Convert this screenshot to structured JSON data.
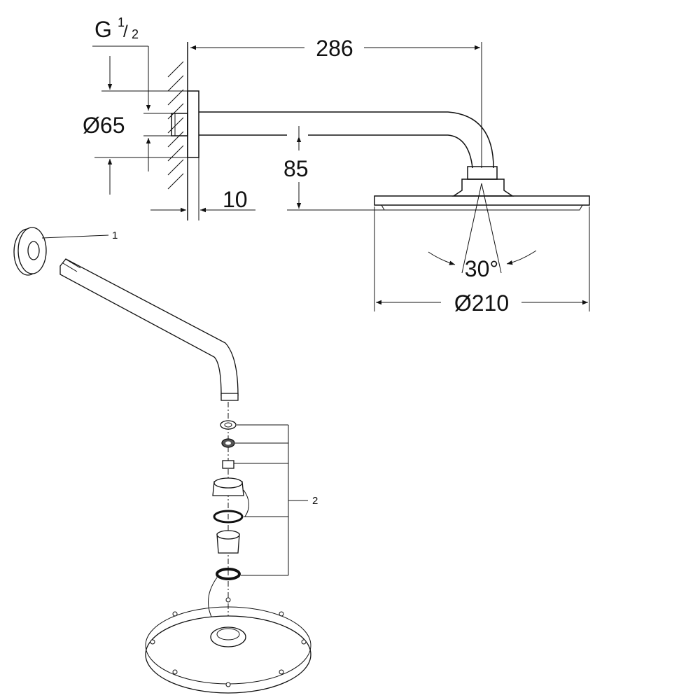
{
  "drawing": {
    "dimensions": {
      "thread": "G",
      "thread_num": "1",
      "thread_den": "2",
      "arm_length": "286",
      "flange_diameter": "Ø65",
      "drop_height": "85",
      "wall_offset": "10",
      "tilt_angle": "30°",
      "head_diameter": "Ø210"
    },
    "callouts": {
      "part1": "1",
      "part2": "2"
    }
  }
}
